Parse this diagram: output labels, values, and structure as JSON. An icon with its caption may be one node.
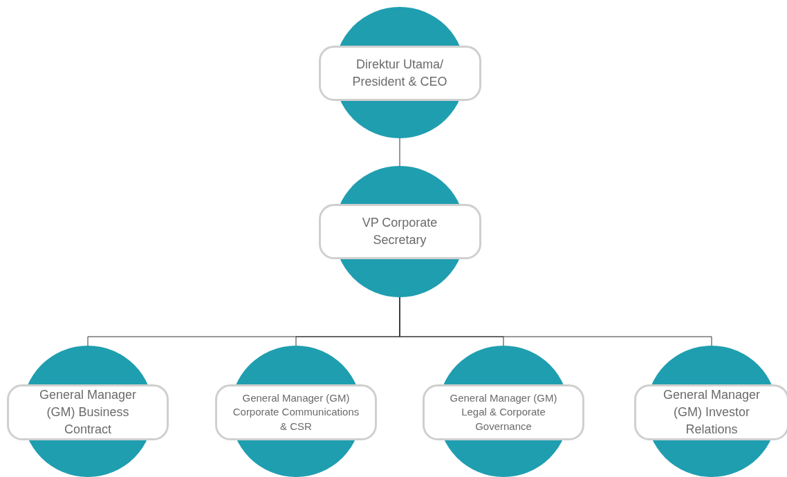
{
  "diagram": {
    "nodes": [
      {
        "text": [
          "Direktur Utama/ President & CEO"
        ]
      },
      {
        "text": [
          "VP Corporate Secretary"
        ]
      },
      {
        "text": [
          "General Manager (GM) Business Contract"
        ]
      },
      {
        "text": [
          "General Manager (GM) Corporate Communications & CSR"
        ]
      },
      {
        "text": [
          "General Manager (GM) Legal & Corporate Governance"
        ]
      },
      {
        "text": [
          "General Manager (GM) Investor Relations"
        ]
      }
    ],
    "edges": [
      {
        "from": 0,
        "to": 1,
        "arrow": "none"
      },
      {
        "from": 1,
        "to": 2,
        "arrow": "none"
      },
      {
        "from": 1,
        "to": 3,
        "arrow": "none"
      },
      {
        "from": 1,
        "to": 4,
        "arrow": "none"
      },
      {
        "from": 1,
        "to": 5,
        "arrow": "none"
      }
    ]
  }
}
